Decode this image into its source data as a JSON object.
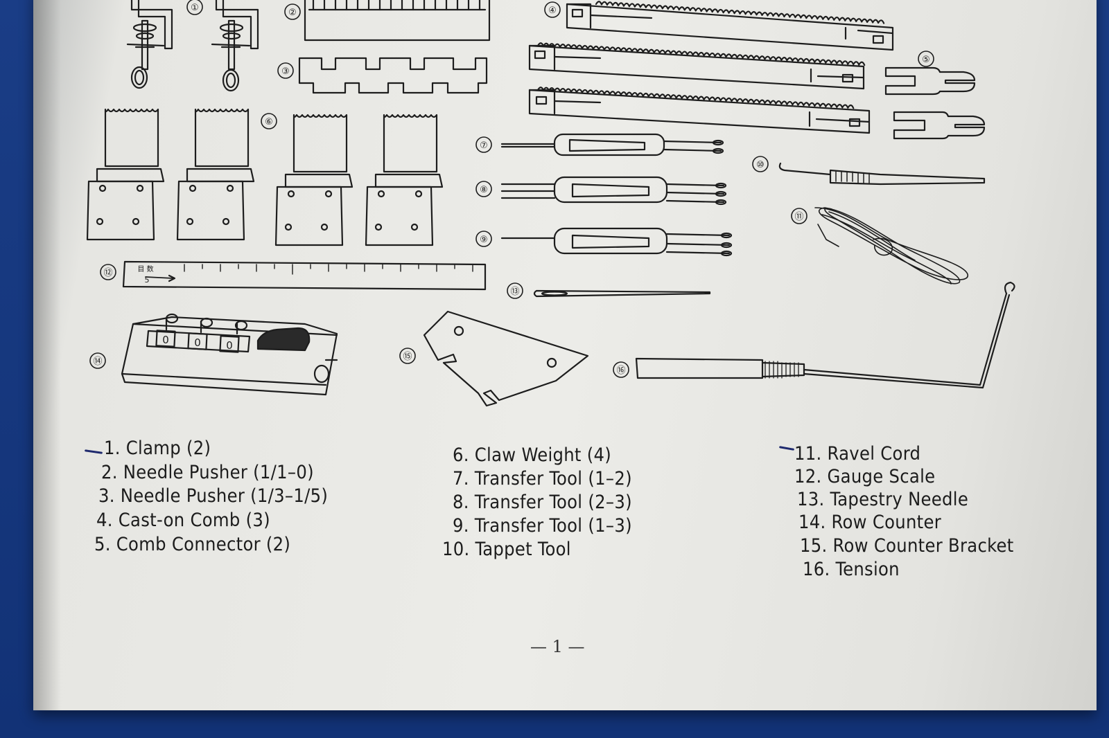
{
  "figure": {
    "callouts": [
      "①",
      "②",
      "③",
      "④",
      "⑤",
      "⑥",
      "⑦",
      "⑧",
      "⑨",
      "⑩",
      "⑪",
      "⑫",
      "⑬",
      "⑭",
      "⑮",
      "⑯"
    ],
    "gauge_scale_label_top": "目 数",
    "gauge_scale_label_bottom": "5",
    "row_counter_digits": [
      "0",
      "0",
      "0"
    ]
  },
  "parts": {
    "col1": [
      "1. Clamp (2)",
      "2. Needle Pusher (1/1–0)",
      "3. Needle Pusher (1/3–1/5)",
      "4. Cast-on Comb (3)",
      "5. Comb Connector (2)"
    ],
    "col2": [
      "6. Claw Weight (4)",
      "7. Transfer Tool (1–2)",
      "8. Transfer Tool (2–3)",
      "9. Transfer Tool (1–3)",
      "10. Tappet Tool"
    ],
    "col3": [
      "11. Ravel Cord",
      "12. Gauge Scale",
      "13. Tapestry Needle",
      "14. Row Counter",
      "15. Row Counter Bracket",
      "16. Tension"
    ]
  },
  "page_number": "— 1 —",
  "colors": {
    "background_cloth": "#16387c",
    "paper": "#e9e9e5",
    "ink": "#1c1c1c",
    "pen_mark": "#1f2a6e"
  }
}
